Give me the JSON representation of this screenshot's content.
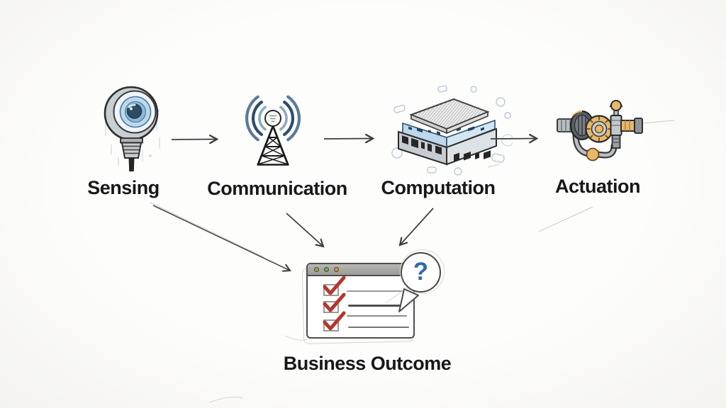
{
  "diagram_type": "iot-flow-sketch",
  "nodes": [
    {
      "id": "sensing",
      "label": "Sensing",
      "icon": "sensor-icon"
    },
    {
      "id": "communication",
      "label": "Communication",
      "icon": "radio-tower-icon"
    },
    {
      "id": "computation",
      "label": "Computation",
      "icon": "mini-computer-icon"
    },
    {
      "id": "actuation",
      "label": "Actuation",
      "icon": "valve-assembly-icon"
    }
  ],
  "edges": [
    {
      "from": "sensing",
      "to": "communication"
    },
    {
      "from": "communication",
      "to": "computation"
    },
    {
      "from": "computation",
      "to": "actuation"
    },
    {
      "from": "sensing",
      "to": "business-outcome"
    },
    {
      "from": "communication",
      "to": "business-outcome"
    },
    {
      "from": "computation",
      "to": "business-outcome"
    },
    {
      "from": "actuation",
      "to": "business-outcome"
    }
  ],
  "outcome": {
    "label": "Business Outcome",
    "window": {
      "traffic_light_colors": [
        "#a8a23a",
        "#64b24c",
        "#dd8f33"
      ],
      "checked_items": 3,
      "text_lines": 4
    },
    "bubble": {
      "glyph": "?",
      "color": "#2d6ca8"
    }
  },
  "colors": {
    "background": "#fbfbf9",
    "arrow": "#3d3d3d",
    "label_text": "#181818",
    "check_red": "#b5362a",
    "wave_blue": "#2e4d6e",
    "sensor_blue": "#8fb9d6",
    "computer_blue": "#bcd8ec",
    "brass_orange": "#e8b96a",
    "question_blue": "#2d6ca8"
  }
}
